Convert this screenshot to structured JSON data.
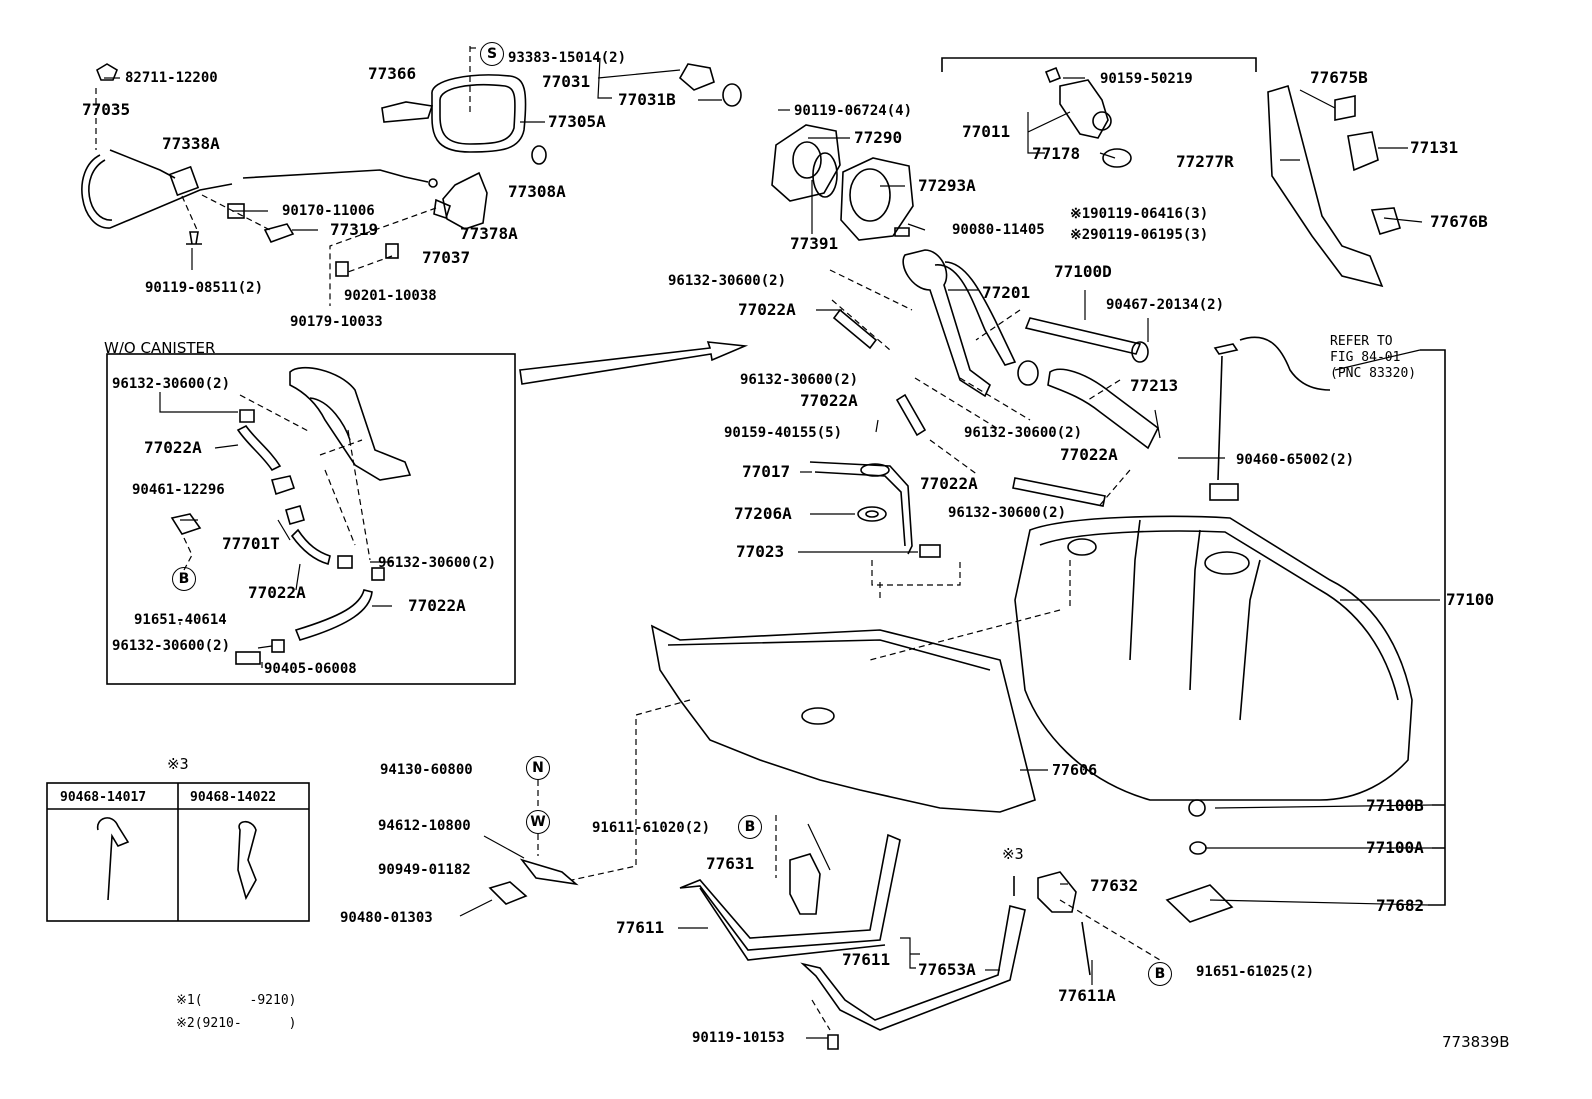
{
  "labels": {
    "p82711": "82711-12200",
    "p77035": "77035",
    "p77338A": "77338A",
    "p90170": "90170-11006",
    "p77319": "77319",
    "p90119_08511": "90119-08511(2)",
    "p77366": "77366",
    "p93383": "93383-15014(2)",
    "p77031": "77031",
    "p77031B": "77031B",
    "p77305A": "77305A",
    "p77308A": "77308A",
    "p77378A": "77378A",
    "p77037": "77037",
    "p90201": "90201-10038",
    "p90179": "90179-10033",
    "p90119_06724": "90119-06724(4)",
    "p77290": "77290",
    "p77293A": "77293A",
    "p77391": "77391",
    "p90080": "90080-11405",
    "p90159_50219": "90159-50219",
    "p77011": "77011",
    "p77178": "77178",
    "p77675B": "77675B",
    "p77131": "77131",
    "p77277R": "77277R",
    "p90119_06416": "※190119-06416(3)",
    "p90119_06195": "※290119-06195(3)",
    "p77676B": "77676B",
    "p96132_a": "96132-30600(2)",
    "p77201": "77201",
    "p77100D": "77100D",
    "p90467": "90467-20134(2)",
    "p77022A_a": "77022A",
    "refer1": "REFER TO",
    "refer2": "FIG 84-01",
    "refer3": "(PNC 83320)",
    "p96132_b": "96132-30600(2)",
    "p77022A_b": "77022A",
    "p77213": "77213",
    "p90159_40155": "90159-40155(5)",
    "p96132_c": "96132-30600(2)",
    "p77022A_c": "77022A",
    "p90460": "90460-65002(2)",
    "p77017": "77017",
    "p77022A_d": "77022A",
    "p96132_d": "96132-30600(2)",
    "p77206A": "77206A",
    "p77023": "77023",
    "p77100": "77100",
    "wo_canister": "W/O CANISTER",
    "p96132_e": "96132-30600(2)",
    "p77022A_e": "77022A",
    "p90461": "90461-12296",
    "p77701T": "77701T",
    "p96132_f": "96132-30600(2)",
    "p77022A_f": "77022A",
    "p77022A_g": "77022A",
    "p91651_40614": "91651-40614",
    "p96132_g": "96132-30600(2)",
    "p90405": "90405-06008",
    "p77606": "77606",
    "p94130": "94130-60800",
    "p94612": "94612-10800",
    "p91611": "91611-61020(2)",
    "p90949": "90949-01182",
    "p90480": "90480-01303",
    "p77631": "77631",
    "p77611_a": "77611",
    "p77611_b": "77611",
    "p77653A": "77653A",
    "mark3": "※3",
    "p77632": "77632",
    "p77611A": "77611A",
    "p91651_61025": "91651-61025(2)",
    "p90119_10153": "90119-10153",
    "p77100B": "77100B",
    "p77100A": "77100A",
    "p77682": "77682",
    "fig_code": "773839B"
  },
  "circles": {
    "s": "S",
    "b1": "B",
    "n": "N",
    "w": "W",
    "b2": "B",
    "b3": "B"
  },
  "table": {
    "mark": "※3",
    "col1": "90468-14017",
    "col2": "90468-14022"
  },
  "notes": {
    "n1": "※1(      -9210)",
    "n2": "※2(9210-      )"
  }
}
